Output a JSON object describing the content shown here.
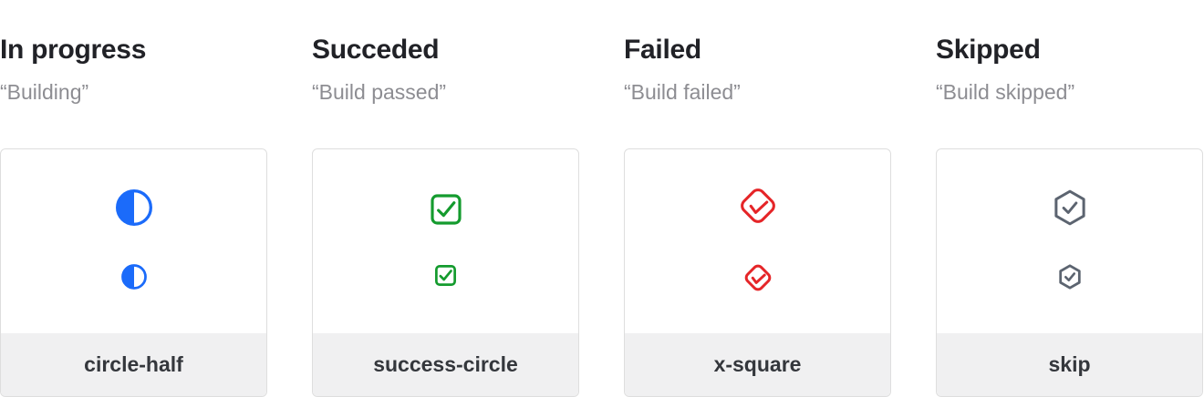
{
  "page": {
    "background": "#ffffff"
  },
  "columns": [
    {
      "title": "In progress",
      "quote": "“Building”",
      "icon_name": "circle-half-icon",
      "icon_color": "#1b6bfa",
      "label": "circle-half"
    },
    {
      "title": "Succeded",
      "quote": "“Build passed”",
      "icon_name": "success-circle-icon",
      "icon_color": "#149b2e",
      "label": "success-circle"
    },
    {
      "title": "Failed",
      "quote": "“Build failed”",
      "icon_name": "x-square-icon",
      "icon_color": "#e52528",
      "label": "x-square"
    },
    {
      "title": "Skipped",
      "quote": "“Build skipped”",
      "icon_name": "skip-icon",
      "icon_color": "#5c6470",
      "label": "skip"
    }
  ],
  "colors": {
    "heading_text": "#212227",
    "quote_text": "#8d8d92",
    "card_border": "#dedede",
    "card_footer_bg": "#f0f0f1",
    "card_label_text": "#34373c"
  }
}
